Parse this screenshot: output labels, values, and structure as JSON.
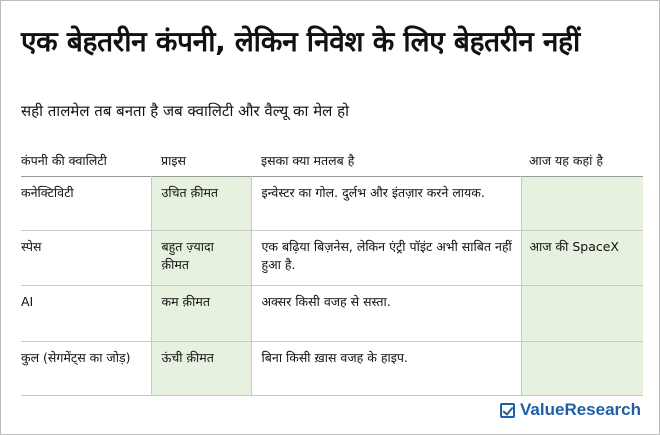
{
  "title": "एक बेहतरीन कंपनी, लेकिन निवेश के लिए बेहतरीन नहीं",
  "subtitle": "सही तालमेल तब बनता है जब क्वालिटी और वैल्यू का मेल हो",
  "table": {
    "headers": [
      "कंपनी की क्वालिटी",
      "प्राइस",
      "इसका क्या मतलब है",
      "आज यह कहां है"
    ],
    "rows": [
      {
        "quality": "कनेक्टिविटी",
        "price": "उचित क़ीमत",
        "meaning": "इन्वेस्टर का गोल. दुर्लभ और इंतज़ार करने लायक.",
        "today": ""
      },
      {
        "quality": "स्पेस",
        "price": "बहुत ज़्यादा क़ीमत",
        "meaning": "एक बढ़िया बिज़नेस, लेकिन एंट्री पॉइंट अभी साबित नहीं हुआ है.",
        "today": "आज की SpaceX"
      },
      {
        "quality": "AI",
        "price": "कम क़ीमत",
        "meaning": "अक्सर किसी वजह से सस्ता.",
        "today": ""
      },
      {
        "quality": "कुल (सेगमेंट्स का जोड़)",
        "price": "ऊंची क़ीमत",
        "meaning": "बिना किसी ख़ास वजह के हाइप.",
        "today": ""
      }
    ]
  },
  "logo": {
    "text": "ValueResearch",
    "icon": "check-box-icon",
    "color": "#1f5fa8"
  },
  "colors": {
    "highlight": "#e6f2df"
  }
}
